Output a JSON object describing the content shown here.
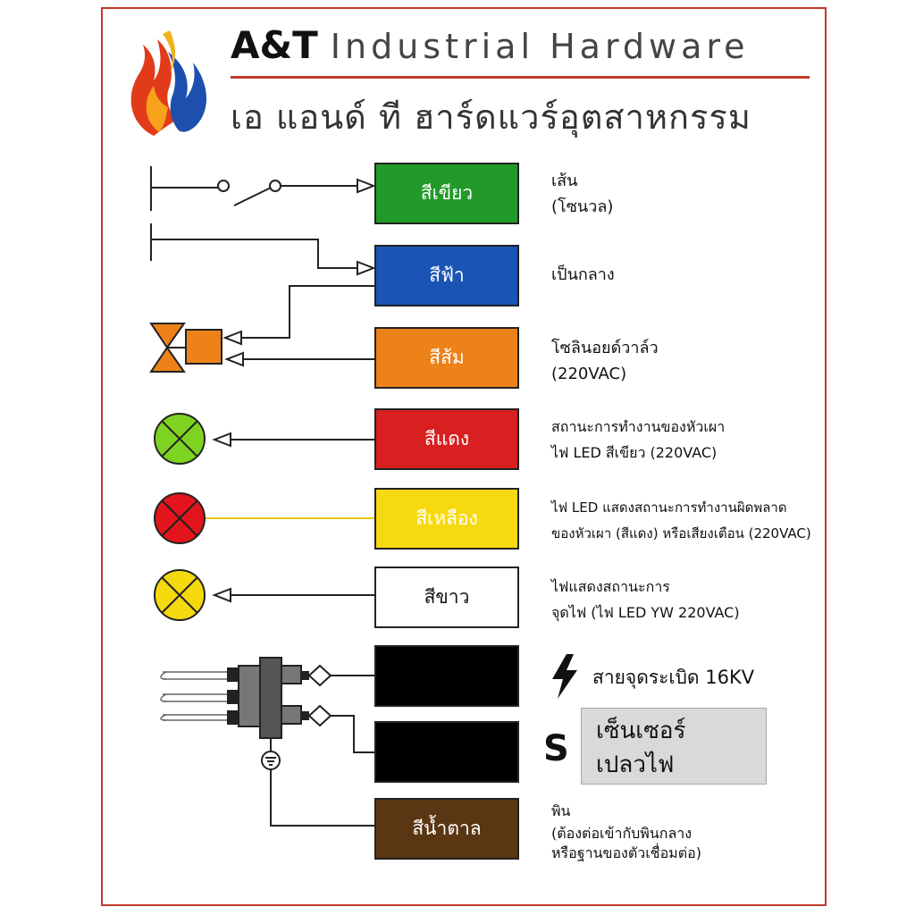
{
  "brand": {
    "name_strong": "A&T",
    "name_light": "Industrial Hardware",
    "name_thai": "เอ แอนด์ ที ฮาร์ดแวร์อุตสาหกรรม",
    "accent_color": "#c0392b"
  },
  "wires": [
    {
      "label": "สีเขียว",
      "color": "#229a29",
      "text_color": "#ffffff",
      "desc": [
        "เส้น",
        "(โซนวล)"
      ]
    },
    {
      "label": "สีฟ้า",
      "color": "#1a54b4",
      "text_color": "#ffffff",
      "desc": [
        "เป็นกลาง"
      ]
    },
    {
      "label": "สีส้ม",
      "color": "#ec8219",
      "text_color": "#ffffff",
      "desc": [
        "โซลินอยด์วาล์ว",
        "(220VAC)"
      ]
    },
    {
      "label": "สีแดง",
      "color": "#d7201f",
      "text_color": "#ffffff",
      "desc": [
        "สถานะการทำงานของหัวเผา",
        "ไฟ LED สีเขียว (220VAC)"
      ]
    },
    {
      "label": "สีเหลือง",
      "color": "#f7d912",
      "text_color": "#ffffff",
      "desc": [
        "ไฟ LED แสดงสถานะการทำงานผิดพลาด",
        "ของหัวเผา (สีแดง) หรือเสียงเตือน (220VAC)"
      ]
    },
    {
      "label": "สีขาว",
      "color": "#ffffff",
      "text_color": "#111111",
      "desc": [
        "ไฟแสดงสถานะการ",
        "จุดไฟ (ไฟ LED YW 220VAC)"
      ]
    },
    {
      "label": "",
      "color": "#000000",
      "text_color": "#ffffff",
      "desc": []
    },
    {
      "label": "",
      "color": "#000000",
      "text_color": "#ffffff",
      "desc": []
    },
    {
      "label": "สีน้ำตาล",
      "color": "#5a3613",
      "text_color": "#ffffff",
      "desc": [
        "พิน",
        "(ต้องต่อเข้ากับพินกลาง",
        "หรือฐานของตัวเชื่อมต่อ)"
      ]
    }
  ],
  "ignition": {
    "icon": "lightning-bolt-icon",
    "label": "สายจุดระเบิด 16KV"
  },
  "sensor": {
    "letter": "S",
    "lines": [
      "เซ็นเซอร์",
      "เปลวไฟ"
    ]
  },
  "lamps": [
    {
      "name": "green-indicator-lamp-icon",
      "color": "#7ed321"
    },
    {
      "name": "red-indicator-lamp-icon",
      "color": "#e3141b"
    },
    {
      "name": "yellow-indicator-lamp-icon",
      "color": "#f5d90f"
    }
  ]
}
